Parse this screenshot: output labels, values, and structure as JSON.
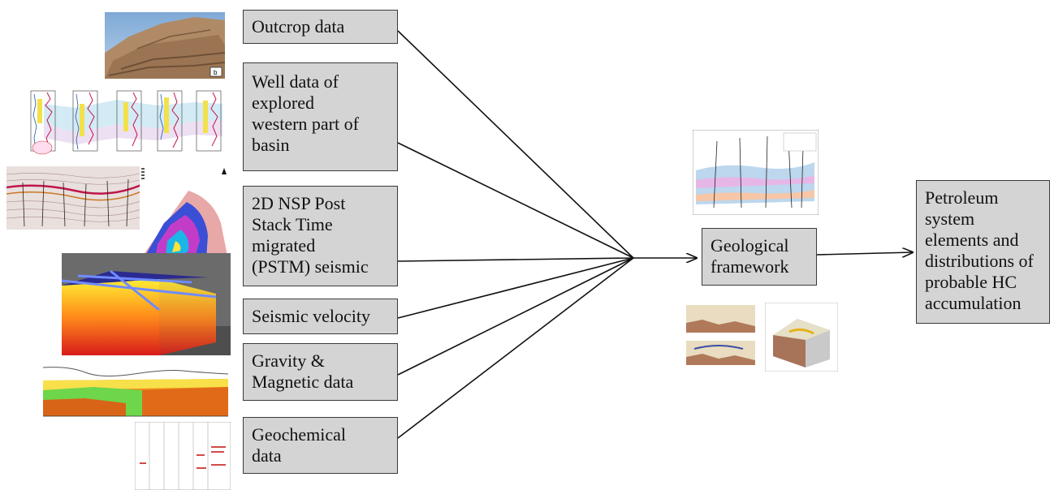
{
  "inputs": {
    "outcrop": "Outcrop data",
    "well": "Well data of\nexplored\nwestern part of\nbasin",
    "seismic2d": "2D NSP Post\nStack Time\nmigrated\n(PSTM) seismic",
    "velocity": "Seismic velocity",
    "gravmag": "Gravity &\nMagnetic data",
    "geochem": "Geochemical\ndata"
  },
  "framework": "Geological\nframework",
  "output": "Petroleum\nsystem\nelements  and\ndistributions of\nprobable HC\naccumulation",
  "thumb_label": "b"
}
